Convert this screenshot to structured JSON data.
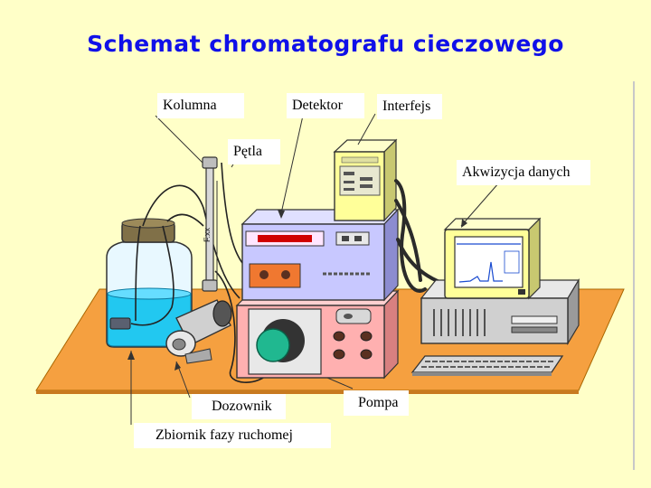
{
  "title": "Schemat chromatografu cieczowego",
  "labels": {
    "kolumna": "Kolumna",
    "detektor": "Detektor",
    "interfejs": "Interfejs",
    "petla": "Pętla",
    "akwizycja": "Akwizycja danych",
    "dozownik": "Dozownik",
    "pompa": "Pompa",
    "zbiornik": "Zbiornik fazy ruchomej"
  },
  "column_mark": "F.xx",
  "colors": {
    "background": "#ffffc8",
    "title": "#1010e8",
    "table": "#f5a040",
    "detector": "#c8c8ff",
    "pump": "#ffb0b0",
    "interface": "#ffff99",
    "monitor": "#ffff99",
    "pc": "#d0d0d0",
    "reservoir_liquid": "#22c8f0"
  },
  "icons": [
    "arrow-icon",
    "lcd-display",
    "knob-icon",
    "pump-head",
    "injector-valve"
  ]
}
